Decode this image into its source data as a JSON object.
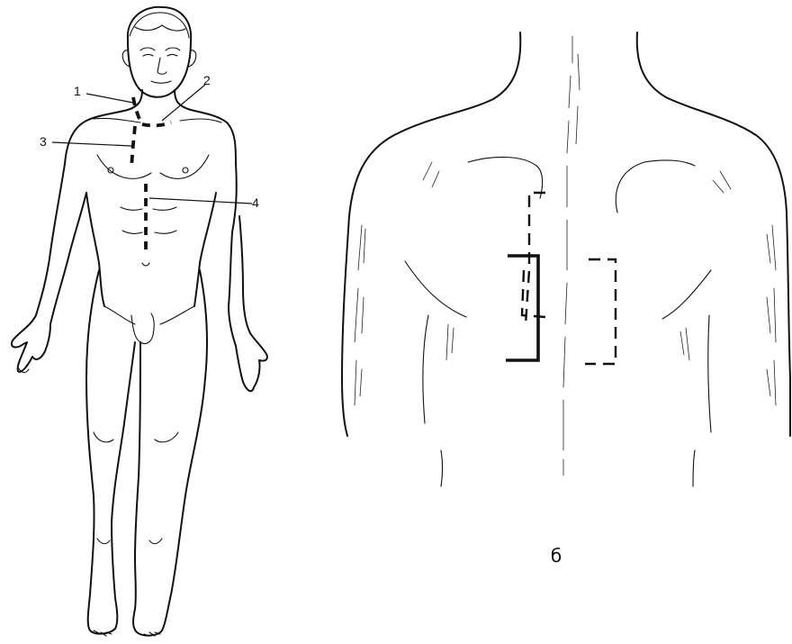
{
  "figure": {
    "front_view": {
      "callouts": [
        {
          "id": "1",
          "text": "1"
        },
        {
          "id": "2",
          "text": "2"
        },
        {
          "id": "3",
          "text": "3"
        },
        {
          "id": "4",
          "text": "4"
        }
      ]
    },
    "back_view": {
      "panel_label": "б"
    }
  }
}
